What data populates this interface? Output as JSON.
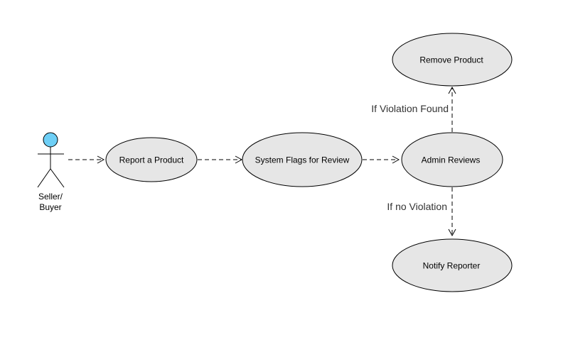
{
  "actor": {
    "label_line1": "Seller/",
    "label_line2": "Buyer"
  },
  "use_cases": {
    "report": "Report a Product",
    "flag": "System Flags for Review",
    "admin": "Admin Reviews",
    "remove": "Remove Product",
    "notify": "Notify Reporter"
  },
  "edges": {
    "violation_found": "If Violation Found",
    "no_violation": "If no Violation"
  },
  "colors": {
    "ellipse_fill": "#e6e6e6",
    "actor_head_fill": "#6ecff6"
  }
}
